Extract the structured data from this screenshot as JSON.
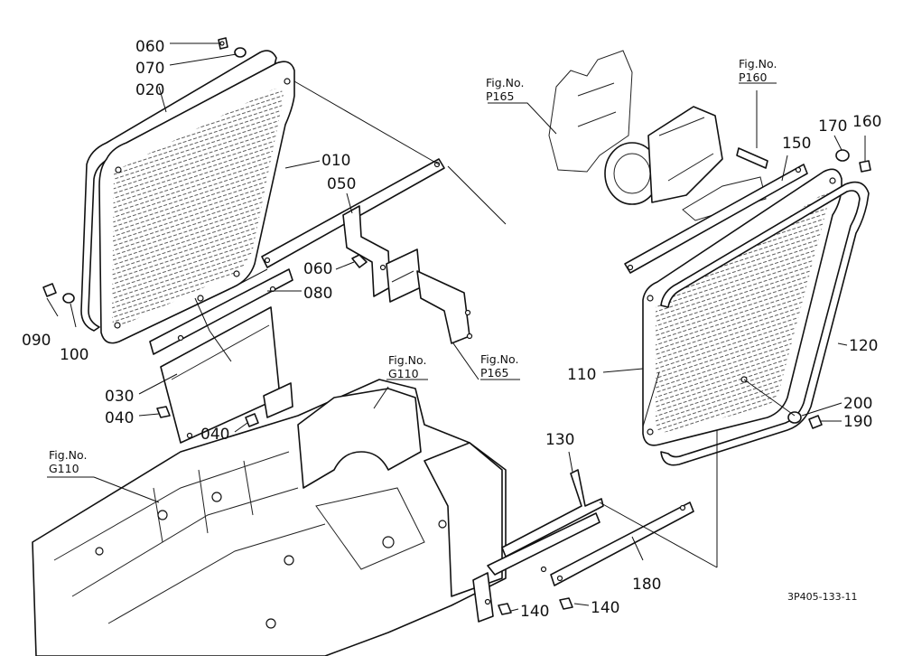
{
  "labels": {
    "l060a": "060",
    "l070": "070",
    "l020": "020",
    "l010": "010",
    "l050": "050",
    "l060b": "060",
    "l080": "080",
    "l090": "090",
    "l100": "100",
    "l030": "030",
    "l040a": "040",
    "l040b": "040",
    "l150": "150",
    "l170": "170",
    "l160": "160",
    "l120": "120",
    "l110": "110",
    "l200": "200",
    "l190": "190",
    "l130": "130",
    "l180": "180",
    "l140a": "140",
    "l140b": "140"
  },
  "refs": {
    "p165a": {
      "line1": "Fig.No.",
      "line2": "P165"
    },
    "p160": {
      "line1": "Fig.No.",
      "line2": "P160"
    },
    "p165b": {
      "line1": "Fig.No.",
      "line2": "P165"
    },
    "g110a": {
      "line1": "Fig.No.",
      "line2": "G110"
    },
    "g110b": {
      "line1": "Fig.No.",
      "line2": "G110"
    }
  },
  "drawing_code": "3P405-133-11"
}
